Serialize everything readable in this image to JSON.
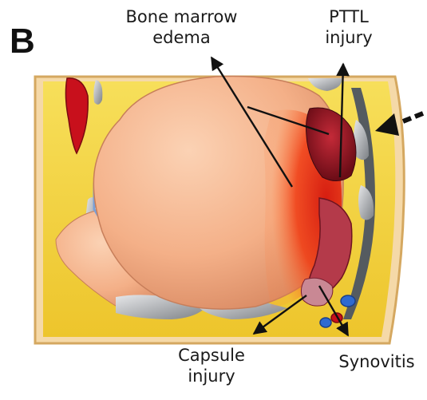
{
  "panel": {
    "letter": "B"
  },
  "labels": {
    "bone_marrow_edema": [
      "Bone marrow",
      "edema"
    ],
    "pttl_injury": [
      "PTTL",
      "injury"
    ],
    "capsule_injury": [
      "Capsule",
      "injury"
    ],
    "synovitis": [
      "Synovitis"
    ]
  },
  "colors": {
    "fat": "#f2d23a",
    "bone": "#f4b088",
    "edema": "#ee2a10",
    "hematoma": "#9e1424",
    "tendon": "#8a8e93",
    "cartilage_outline": "#7aa0d8",
    "arrow": "#111111"
  }
}
